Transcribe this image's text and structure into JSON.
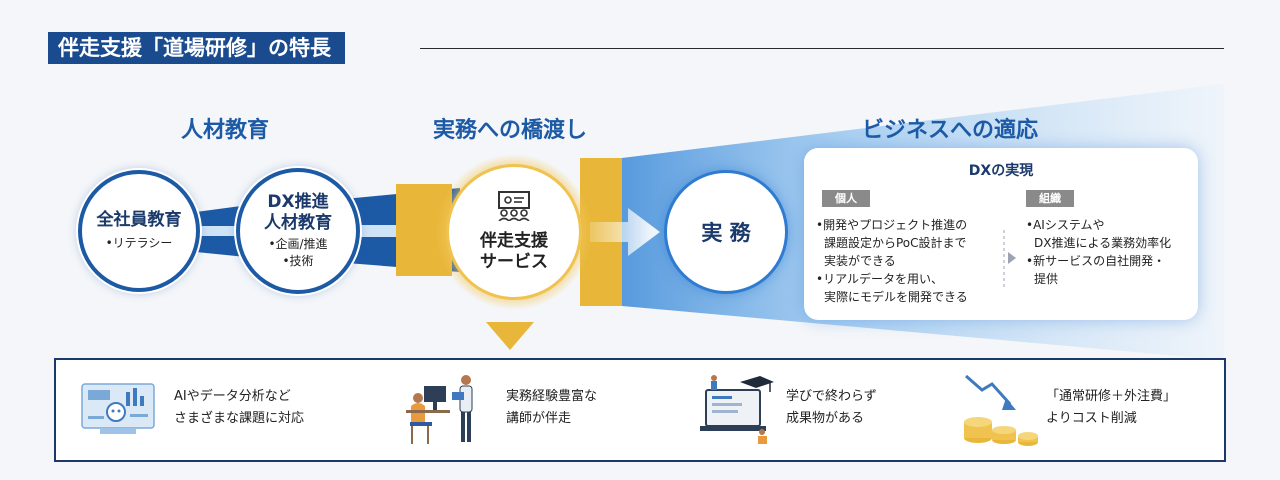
{
  "header": {
    "title": "伴走支援「道場研修」の特長"
  },
  "stages": {
    "education": "人材教育",
    "bridge": "実務への橋渡し",
    "business": "ビジネスへの適応"
  },
  "circles": {
    "all_staff": {
      "title": "全社員教育",
      "sub": "•リテラシー"
    },
    "dx": {
      "title_line1": "DX推進",
      "title_line2": "人材教育",
      "sub1": "•企画/推進",
      "sub2": "•技術"
    },
    "support": {
      "title_line1": "伴走支援",
      "title_line2": "サービス"
    },
    "practice": {
      "title": "実 務"
    }
  },
  "dx_box": {
    "title": "DXの実現",
    "individual": {
      "tag": "個人",
      "lines": [
        "•開発やプロジェクト推進の",
        "課題設定からPoC設計まで",
        "実装ができる",
        "•リアルデータを用い、",
        "実際にモデルを開発できる"
      ]
    },
    "organization": {
      "tag": "組織",
      "lines": [
        "•AIシステムや",
        "DX推進による業務効率化",
        "•新サービスの自社開発・",
        "提供"
      ]
    }
  },
  "features": [
    {
      "line1": "AIやデータ分析など",
      "line2": "さまざまな課題に対応",
      "icon": "ai-analytics-icon"
    },
    {
      "line1": "実務経験豊富な",
      "line2": "講師が伴走",
      "icon": "instructor-icon"
    },
    {
      "line1": "学びで終わらず",
      "line2": "成果物がある",
      "icon": "graduation-laptop-icon"
    },
    {
      "line1": "「通常研修＋外注費」",
      "line2": "よりコスト削減",
      "icon": "cost-reduction-icon"
    }
  ],
  "colors": {
    "navy": "#1b4b8f",
    "blue": "#1d5aa6",
    "gold": "#e8b73a",
    "light_blue": "#cfe3f7"
  }
}
